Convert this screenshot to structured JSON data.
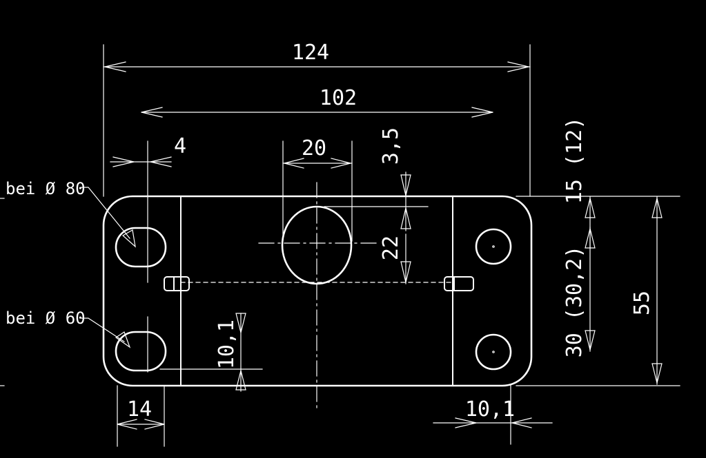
{
  "dims": {
    "overall_width": "124",
    "hole_spacing": "102",
    "edge_offset": "4",
    "bore_width": "20",
    "top_offset": "3,5",
    "right_top": "15 (12)",
    "bore_height": "22",
    "right_middle": "30 (30,2)",
    "overall_height": "55",
    "slot_offset": "10,1",
    "slot_width": "14",
    "right_offset": "10,1"
  },
  "labels": {
    "upper_slot": "bei Ø 80",
    "lower_slot": "bei Ø 60"
  },
  "colors": {
    "background": "#000000",
    "lines": "#ffffff"
  }
}
